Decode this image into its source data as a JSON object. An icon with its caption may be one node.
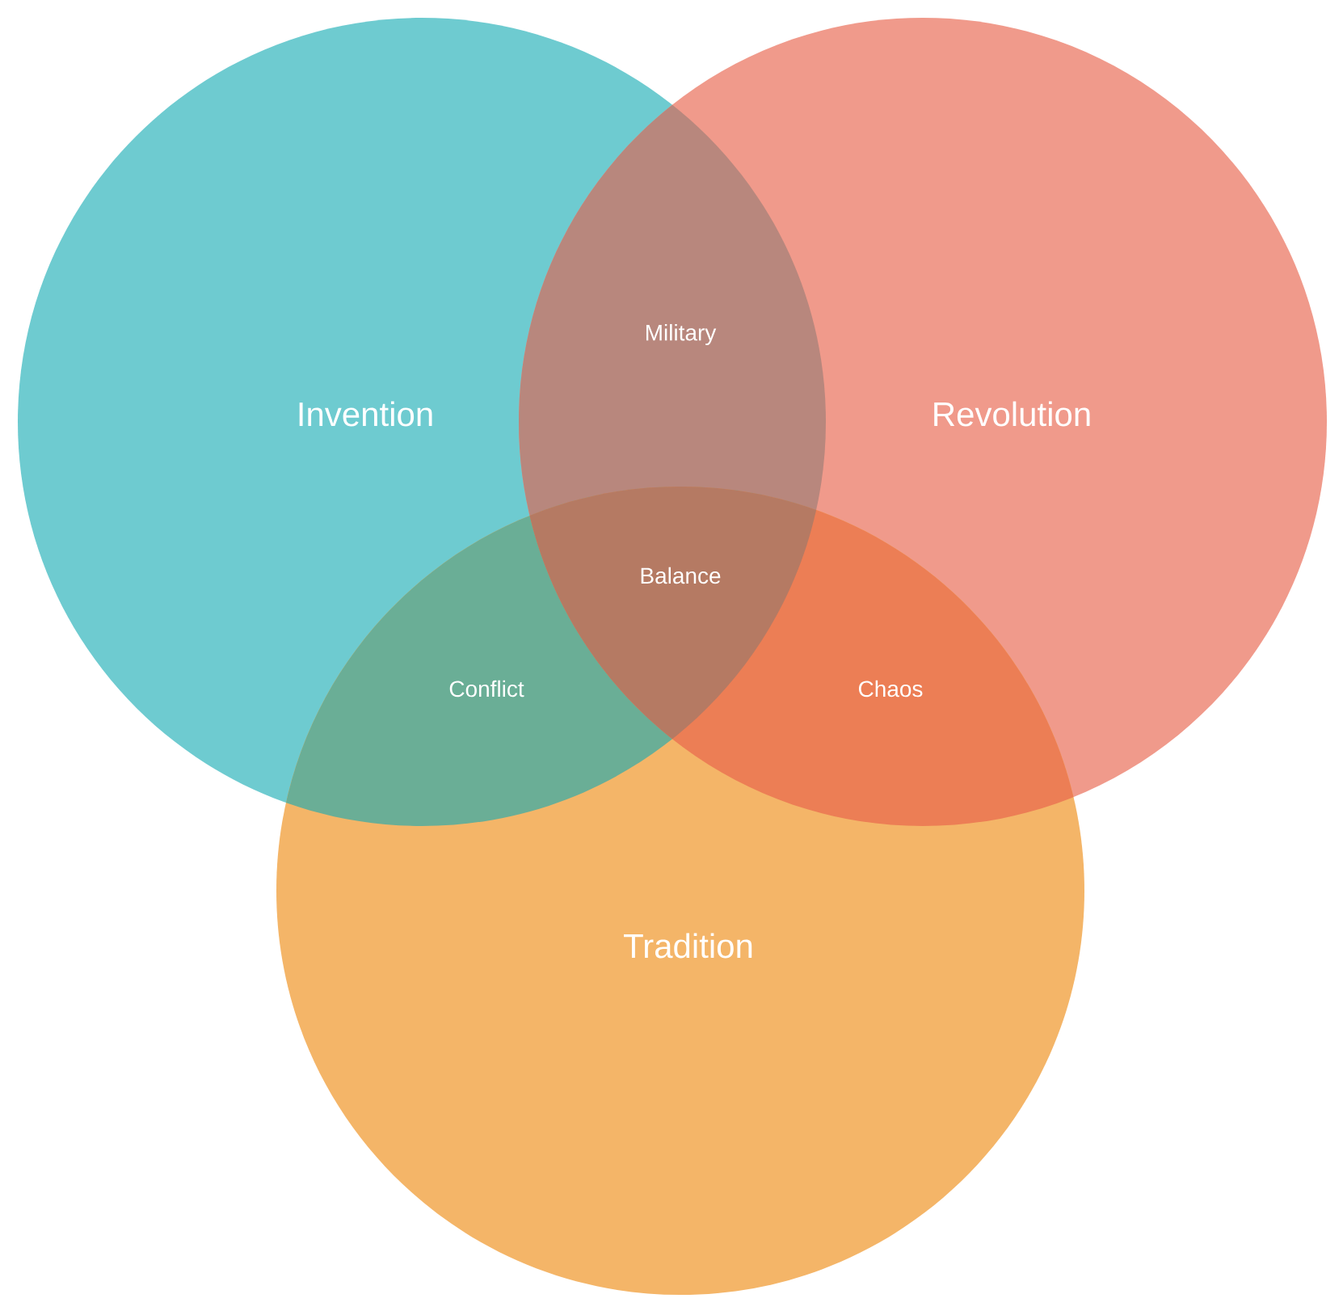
{
  "diagram": {
    "nodes": [
      {
        "text": [
          "Invention"
        ]
      },
      {
        "text": [
          "Revolution"
        ]
      },
      {
        "text": [
          "Tradition"
        ]
      }
    ],
    "labels": [
      "Military",
      "Balance",
      "Conflict",
      "Chaos"
    ]
  }
}
